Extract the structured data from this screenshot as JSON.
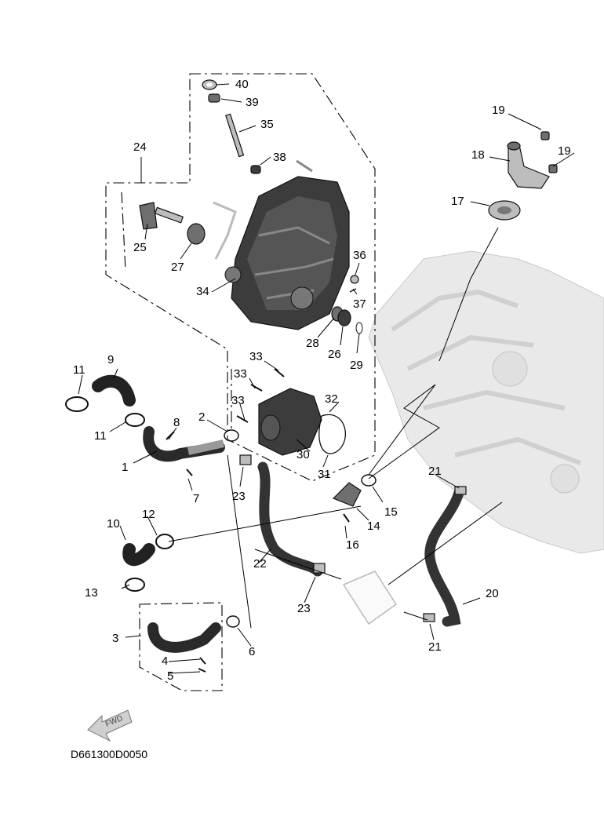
{
  "diagram": {
    "drawing_code": "D661300D0050",
    "fwd_label": "FWD",
    "callouts": [
      "40",
      "39",
      "35",
      "38",
      "24",
      "25",
      "27",
      "34",
      "36",
      "37",
      "28",
      "26",
      "29",
      "19",
      "18",
      "19",
      "17",
      "9",
      "11",
      "11",
      "8",
      "2",
      "33",
      "33",
      "33",
      "32",
      "30",
      "31",
      "1",
      "7",
      "23",
      "15",
      "14",
      "16",
      "21",
      "10",
      "12",
      "22",
      "23",
      "20",
      "13",
      "3",
      "4",
      "5",
      "6",
      "21"
    ]
  }
}
